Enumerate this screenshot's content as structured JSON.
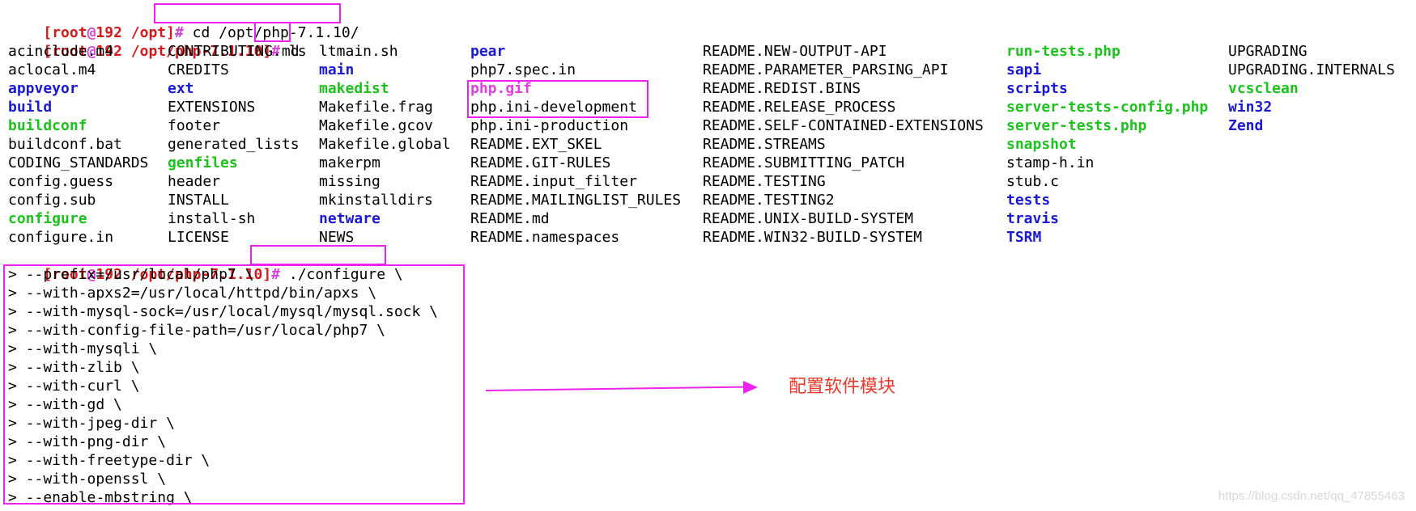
{
  "terminal": {
    "prompt1": {
      "user": "root",
      "at": "@",
      "host": "192",
      "path": "/opt",
      "symbol": "#",
      "command": "cd /opt/php-7.1.10/"
    },
    "prompt2": {
      "user": "root",
      "at": "@",
      "host": "192",
      "path": "/opt/php-7.1.10",
      "symbol": "#",
      "command": "ls"
    },
    "ls_rows": [
      [
        {
          "text": "acinclude.m4",
          "style": "plain"
        },
        {
          "text": "CONTRIBUTING.md",
          "style": "plain"
        },
        {
          "text": "ltmain.sh",
          "style": "plain"
        },
        {
          "text": "pear",
          "style": "blue"
        },
        {
          "text": "README.NEW-OUTPUT-API",
          "style": "plain"
        },
        {
          "text": "run-tests.php",
          "style": "green"
        },
        {
          "text": "UPGRADING",
          "style": "plain"
        }
      ],
      [
        {
          "text": "aclocal.m4",
          "style": "plain"
        },
        {
          "text": "CREDITS",
          "style": "plain"
        },
        {
          "text": "main",
          "style": "blue"
        },
        {
          "text": "php7.spec.in",
          "style": "plain"
        },
        {
          "text": "README.PARAMETER_PARSING_API",
          "style": "plain"
        },
        {
          "text": "sapi",
          "style": "blue"
        },
        {
          "text": "UPGRADING.INTERNALS",
          "style": "plain"
        }
      ],
      [
        {
          "text": "appveyor",
          "style": "blue"
        },
        {
          "text": "ext",
          "style": "blue"
        },
        {
          "text": "makedist",
          "style": "green"
        },
        {
          "text": "php.gif",
          "style": "pink"
        },
        {
          "text": "README.REDIST.BINS",
          "style": "plain"
        },
        {
          "text": "scripts",
          "style": "blue"
        },
        {
          "text": "vcsclean",
          "style": "green"
        }
      ],
      [
        {
          "text": "build",
          "style": "blue"
        },
        {
          "text": "EXTENSIONS",
          "style": "plain"
        },
        {
          "text": "Makefile.frag",
          "style": "plain"
        },
        {
          "text": "php.ini-development",
          "style": "plain"
        },
        {
          "text": "README.RELEASE_PROCESS",
          "style": "plain"
        },
        {
          "text": "server-tests-config.php",
          "style": "green"
        },
        {
          "text": "win32",
          "style": "blue"
        }
      ],
      [
        {
          "text": "buildconf",
          "style": "green"
        },
        {
          "text": "footer",
          "style": "plain"
        },
        {
          "text": "Makefile.gcov",
          "style": "plain"
        },
        {
          "text": "php.ini-production",
          "style": "plain"
        },
        {
          "text": "README.SELF-CONTAINED-EXTENSIONS",
          "style": "plain"
        },
        {
          "text": "server-tests.php",
          "style": "green"
        },
        {
          "text": "Zend",
          "style": "blue"
        }
      ],
      [
        {
          "text": "buildconf.bat",
          "style": "plain"
        },
        {
          "text": "generated_lists",
          "style": "plain"
        },
        {
          "text": "Makefile.global",
          "style": "plain"
        },
        {
          "text": "README.EXT_SKEL",
          "style": "plain"
        },
        {
          "text": "README.STREAMS",
          "style": "plain"
        },
        {
          "text": "snapshot",
          "style": "green"
        },
        {
          "text": "",
          "style": "plain"
        }
      ],
      [
        {
          "text": "CODING_STANDARDS",
          "style": "plain"
        },
        {
          "text": "genfiles",
          "style": "green"
        },
        {
          "text": "makerpm",
          "style": "plain"
        },
        {
          "text": "README.GIT-RULES",
          "style": "plain"
        },
        {
          "text": "README.SUBMITTING_PATCH",
          "style": "plain"
        },
        {
          "text": "stamp-h.in",
          "style": "plain"
        },
        {
          "text": "",
          "style": "plain"
        }
      ],
      [
        {
          "text": "config.guess",
          "style": "plain"
        },
        {
          "text": "header",
          "style": "plain"
        },
        {
          "text": "missing",
          "style": "plain"
        },
        {
          "text": "README.input_filter",
          "style": "plain"
        },
        {
          "text": "README.TESTING",
          "style": "plain"
        },
        {
          "text": "stub.c",
          "style": "plain"
        },
        {
          "text": "",
          "style": "plain"
        }
      ],
      [
        {
          "text": "config.sub",
          "style": "plain"
        },
        {
          "text": "INSTALL",
          "style": "plain"
        },
        {
          "text": "mkinstalldirs",
          "style": "plain"
        },
        {
          "text": "README.MAILINGLIST_RULES",
          "style": "plain"
        },
        {
          "text": "README.TESTING2",
          "style": "plain"
        },
        {
          "text": "tests",
          "style": "blue"
        },
        {
          "text": "",
          "style": "plain"
        }
      ],
      [
        {
          "text": "configure",
          "style": "green"
        },
        {
          "text": "install-sh",
          "style": "plain"
        },
        {
          "text": "netware",
          "style": "blue"
        },
        {
          "text": "README.md",
          "style": "plain"
        },
        {
          "text": "README.UNIX-BUILD-SYSTEM",
          "style": "plain"
        },
        {
          "text": "travis",
          "style": "blue"
        },
        {
          "text": "",
          "style": "plain"
        }
      ],
      [
        {
          "text": "configure.in",
          "style": "plain"
        },
        {
          "text": "LICENSE",
          "style": "plain"
        },
        {
          "text": "NEWS",
          "style": "plain"
        },
        {
          "text": "README.namespaces",
          "style": "plain"
        },
        {
          "text": "README.WIN32-BUILD-SYSTEM",
          "style": "plain"
        },
        {
          "text": "TSRM",
          "style": "blue"
        },
        {
          "text": "",
          "style": "plain"
        }
      ]
    ],
    "prompt3": {
      "user": "root",
      "at": "@",
      "host": "192",
      "path": "/opt/php-7.1.10",
      "symbol": "#",
      "command": "./configure \\"
    },
    "configure_lines": [
      "> --prefix=/usr/local/php7 \\",
      "> --with-apxs2=/usr/local/httpd/bin/apxs \\",
      "> --with-mysql-sock=/usr/local/mysql/mysql.sock \\",
      "> --with-config-file-path=/usr/local/php7 \\",
      "> --with-mysqli \\",
      "> --with-zlib \\",
      "> --with-curl \\",
      "> --with-gd \\",
      "> --with-jpeg-dir \\",
      "> --with-png-dir \\",
      "> --with-freetype-dir \\",
      "> --with-openssl \\",
      "> --enable-mbstring \\"
    ]
  },
  "annotation": {
    "text": "配置软件模块"
  },
  "watermark": {
    "text": "https://blog.csdn.net/qq_47855463"
  },
  "colors": {
    "prompt_red": "#d41a1a",
    "prompt_magenta": "#d43fd4",
    "dir_blue": "#1a1ad4",
    "exec_green": "#1cc31c",
    "image_pink": "#e43ee4",
    "highlight_box": "#ee22ee",
    "annotation_red": "#ea3a2a"
  }
}
